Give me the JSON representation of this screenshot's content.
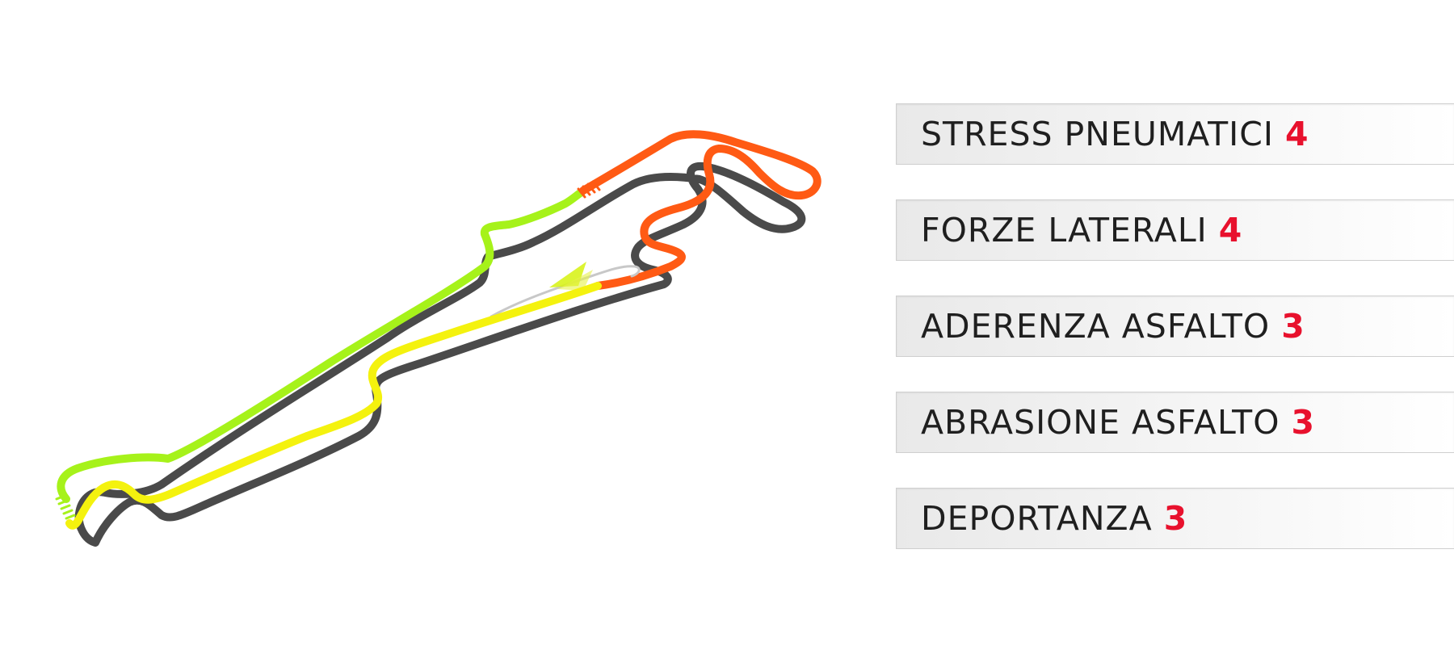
{
  "colors": {
    "background": "#ffffff",
    "track_base": "#4a4a4a",
    "sector_1": "#a6f21a",
    "sector_2": "#ff5a14",
    "sector_3": "#f4f20e",
    "pit_lane": "#c8c8c8",
    "rating_value": "#e8112d",
    "label_text": "#1f1f1f"
  },
  "track": {
    "icons": {
      "start_finish": "start-finish-stripes-icon",
      "direction": "direction-arrow-icon"
    }
  },
  "ratings": [
    {
      "label": "STRESS PNEUMATICI",
      "value": "4"
    },
    {
      "label": "FORZE LATERALI",
      "value": "4"
    },
    {
      "label": "ADERENZA ASFALTO",
      "value": "3"
    },
    {
      "label": "ABRASIONE ASFALTO",
      "value": "3"
    },
    {
      "label": "DEPORTANZA",
      "value": "3"
    }
  ]
}
